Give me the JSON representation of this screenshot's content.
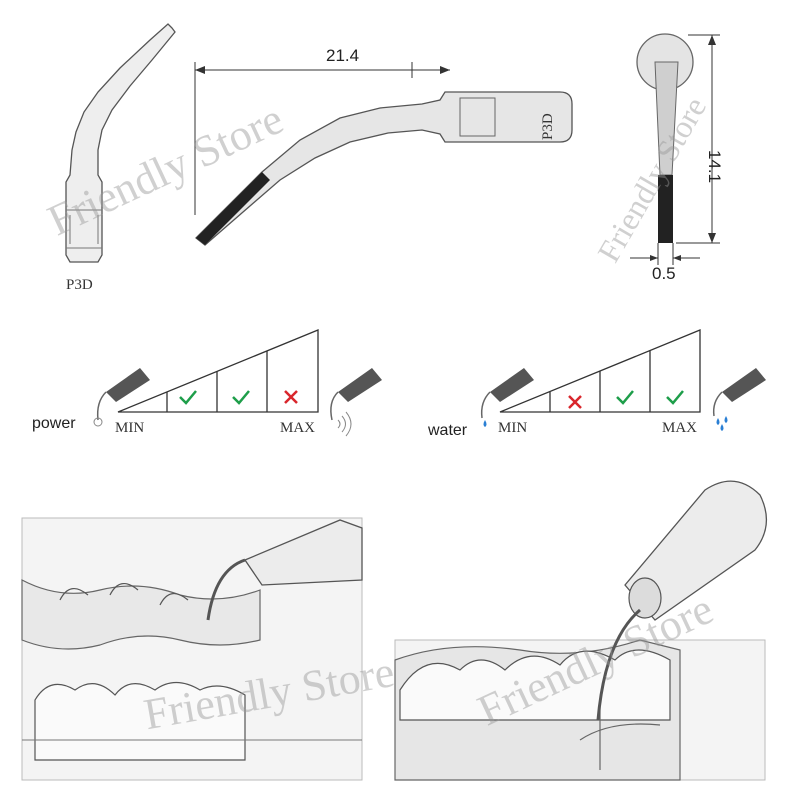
{
  "model": "P3D",
  "dimensions": {
    "length": "21.4",
    "height": "14.1",
    "tip_width": "0.5"
  },
  "power_scale": {
    "label": "power",
    "min": "MIN",
    "max": "MAX",
    "levels": [
      "ok",
      "ok",
      "no"
    ]
  },
  "water_scale": {
    "label": "water",
    "min": "MIN",
    "max": "MAX",
    "levels": [
      "no",
      "ok",
      "ok"
    ]
  },
  "watermark": "Friendly Store",
  "colors": {
    "check": "#1e9e4a",
    "cross": "#d9262c",
    "water_drop": "#2a7fd4",
    "outline": "#444444"
  }
}
